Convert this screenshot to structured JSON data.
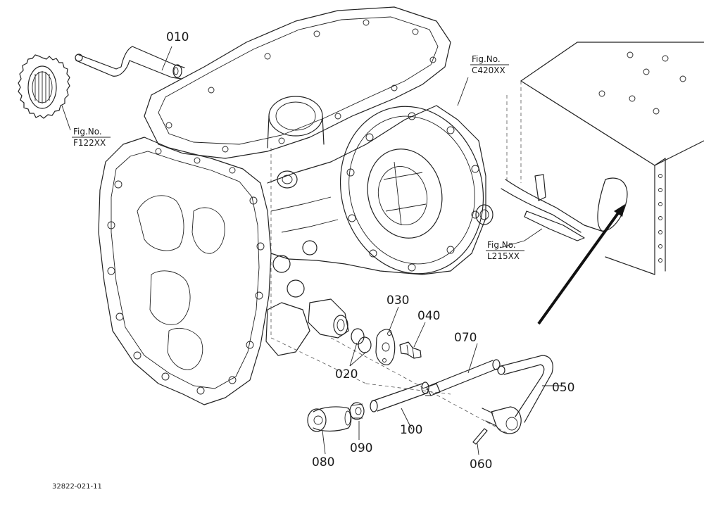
{
  "diagram_code": "32822-021-11",
  "callouts": [
    {
      "id": "010",
      "text": "010"
    },
    {
      "id": "020",
      "text": "020"
    },
    {
      "id": "030",
      "text": "030"
    },
    {
      "id": "040",
      "text": "040"
    },
    {
      "id": "050",
      "text": "050"
    },
    {
      "id": "060",
      "text": "060"
    },
    {
      "id": "070",
      "text": "070"
    },
    {
      "id": "080",
      "text": "080"
    },
    {
      "id": "090",
      "text": "090"
    },
    {
      "id": "100",
      "text": "100"
    }
  ],
  "figure_refs": [
    {
      "line1": "Fig.No.",
      "line2": "F122XX"
    },
    {
      "line1": "Fig.No.",
      "line2": "C420XX"
    },
    {
      "line1": "Fig.No.",
      "line2": "L215XX"
    }
  ]
}
